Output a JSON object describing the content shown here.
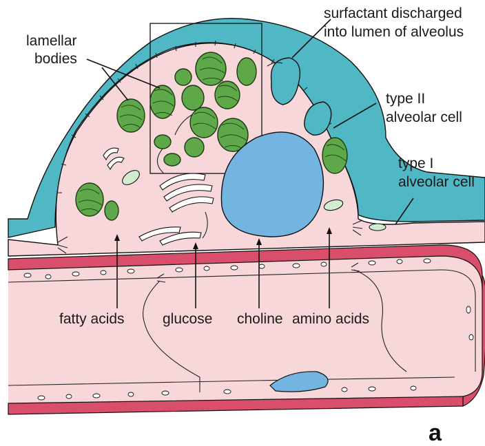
{
  "labels": {
    "surfactant": [
      "surfactant discharged",
      "into lumen of alveolus"
    ],
    "lamellar": [
      "lamellar",
      "bodies"
    ],
    "type2": [
      "type II",
      "alveolar cell"
    ],
    "type1": [
      "type I",
      "alveolar cell"
    ],
    "fatty_acids": "fatty acids",
    "glucose": "glucose",
    "choline": "choline",
    "amino_acids": "amino acids",
    "panel": "a"
  },
  "colors": {
    "background": "#ffffff",
    "alveolar_surface": "#4fb8c4",
    "cytoplasm": "#f8d7da",
    "lamellar_body": "#5fa849",
    "nucleus": "#73b4e0",
    "capillary_wall": "#d94e6a",
    "outline": "#111111"
  }
}
